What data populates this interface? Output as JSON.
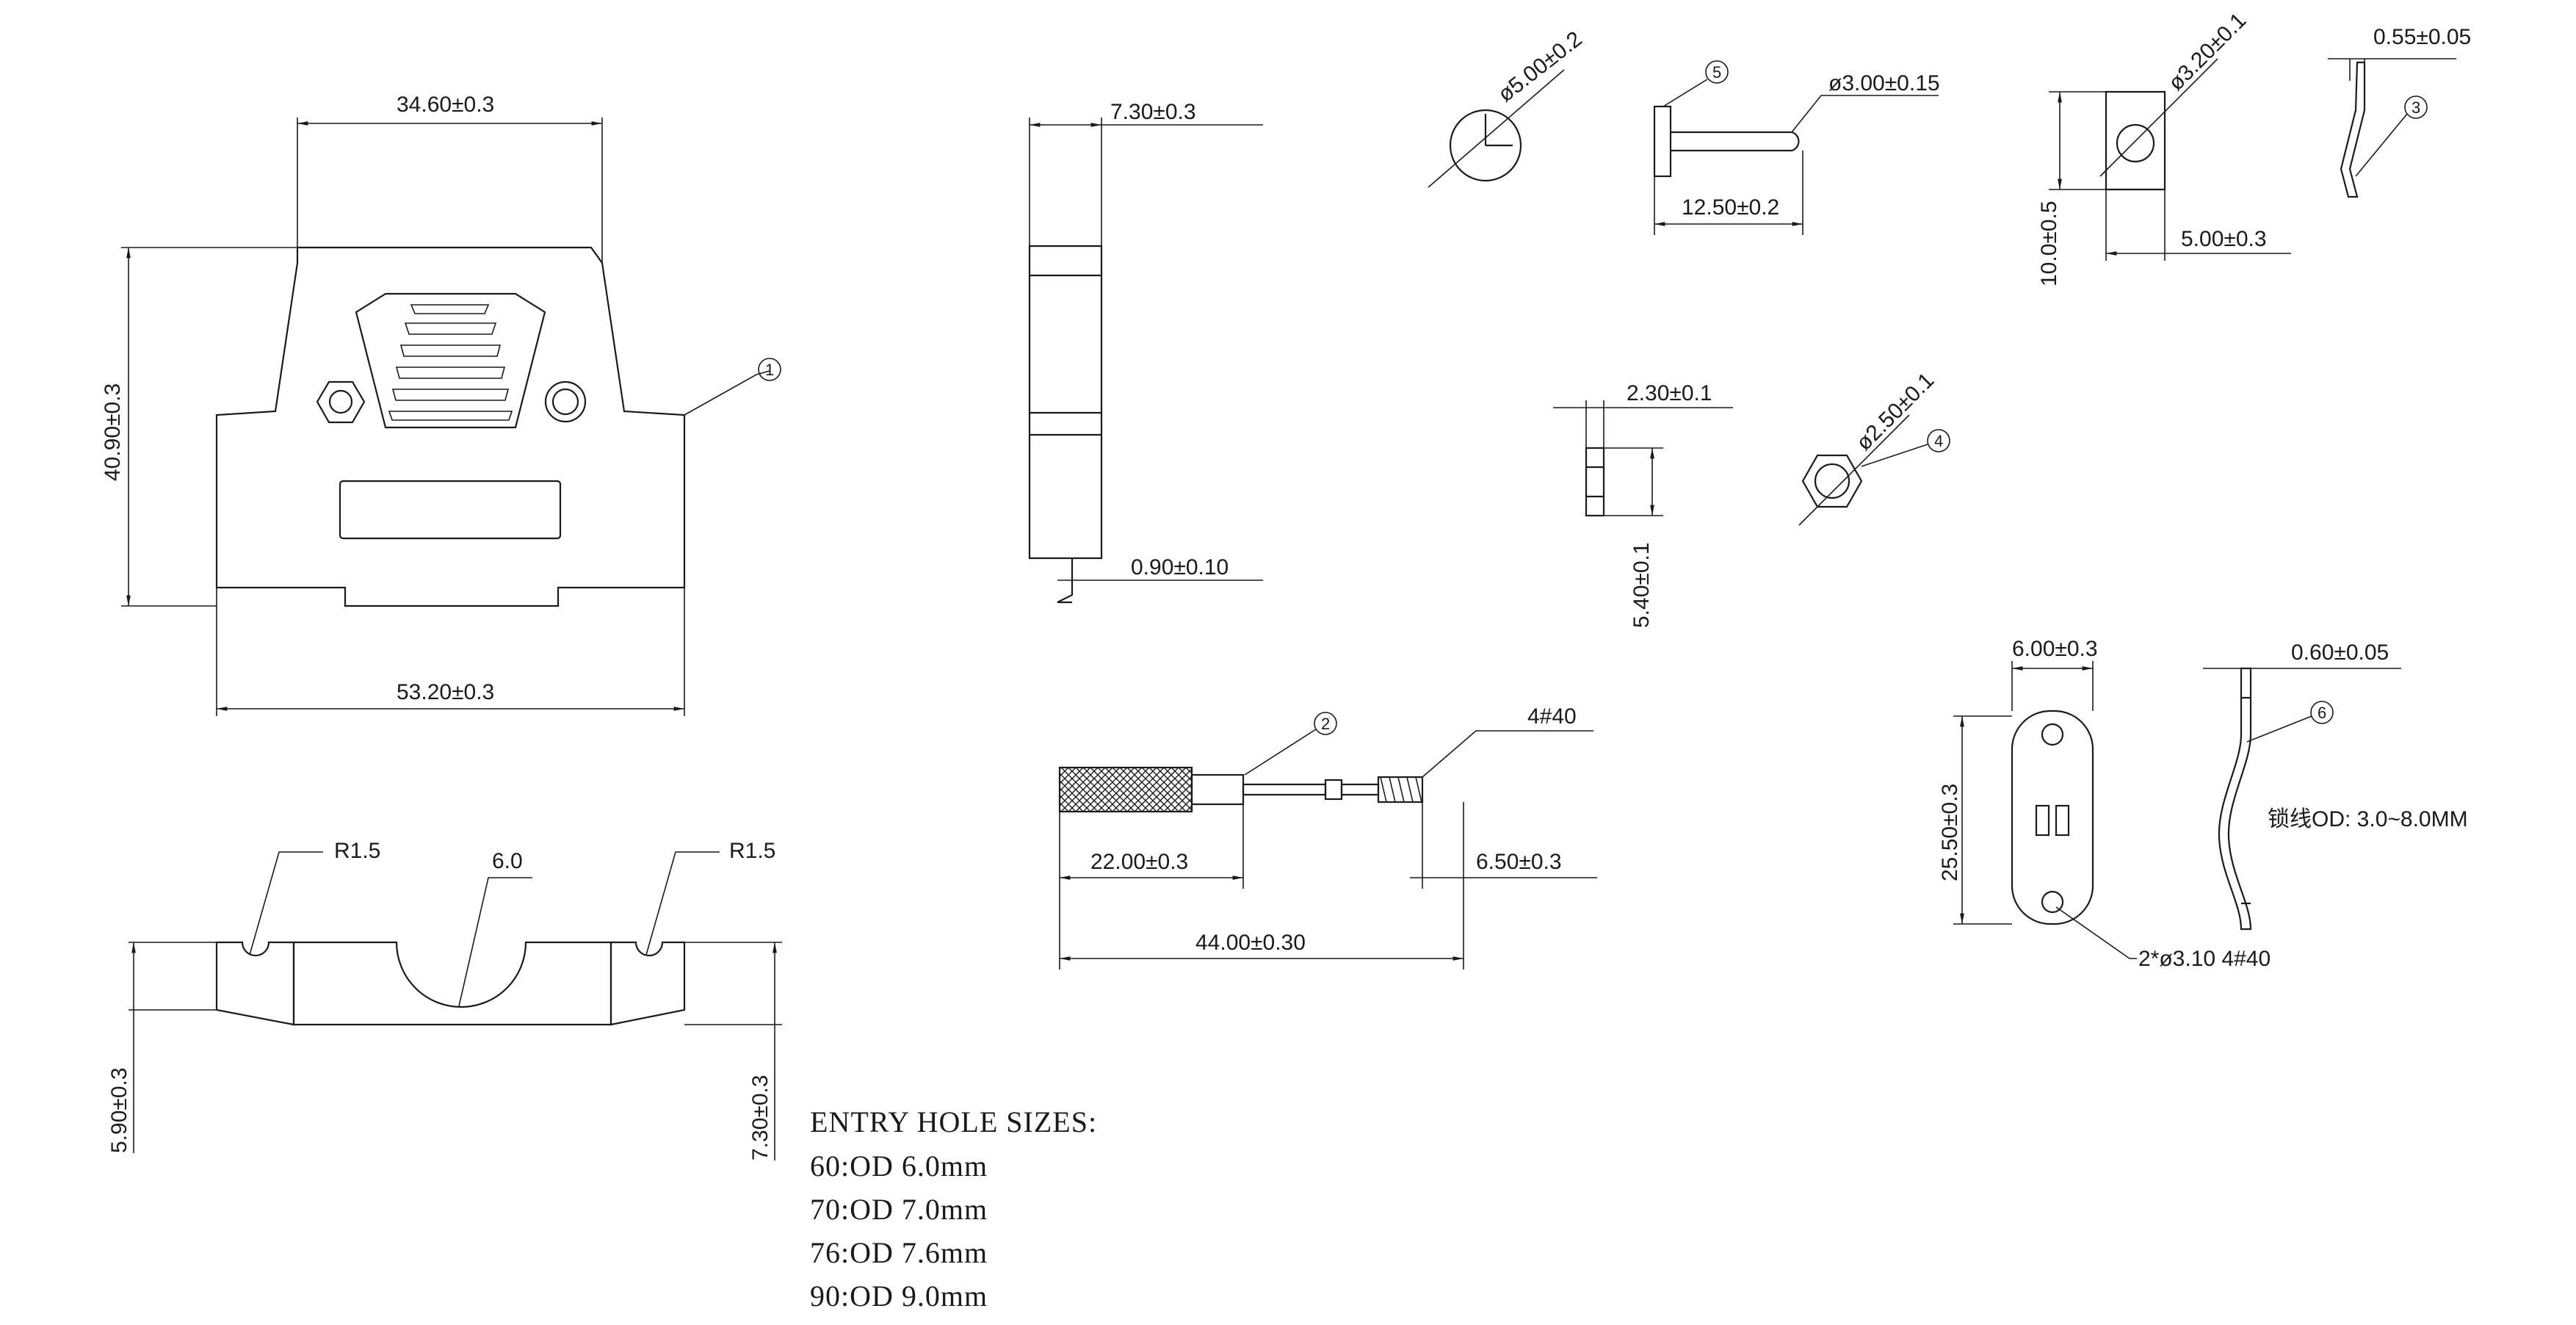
{
  "dims": {
    "shell_top_width": "34.60±0.3",
    "shell_height": "40.90±0.3",
    "shell_bottom_width": "53.20±0.3",
    "side_width": "7.30±0.3",
    "side_tab": "0.90±0.10",
    "circle_dia": "ø5.00±0.2",
    "pin_dia": "ø3.00±0.15",
    "pin_length": "12.50±0.2",
    "block_hole": "ø3.20±0.1",
    "block_height": "10.0±0.5",
    "block_width": "5.00±0.3",
    "clip_thickness": "0.55±0.05",
    "nut_thickness": "2.30±0.1",
    "nut_height": "5.40±0.1",
    "nut_hole": "ø2.50±0.1",
    "screw_knurl": "22.00±0.3",
    "screw_total": "44.00±0.30",
    "screw_thread_len": "6.50±0.3",
    "screw_thread": "4#40",
    "clamp_width": "6.00±0.3",
    "clamp_length": "25.50±0.3",
    "clamp_thickness": "0.60±0.05",
    "clamp_od": "锁线OD: 3.0~8.0MM",
    "clamp_holes": "2*ø3.10  4#40",
    "radius_left": "R1.5",
    "radius_right": "R1.5",
    "center_dia": "6.0",
    "bottom_left_height": "5.90±0.3",
    "bottom_right_height": "7.30±0.3"
  },
  "callouts": {
    "c1": "1",
    "c2": "2",
    "c3": "3",
    "c4": "4",
    "c5": "5",
    "c6": "6"
  },
  "entry_holes": {
    "title": "ENTRY  HOLE  SIZES:",
    "rows": [
      "60:OD  6.0mm",
      "70:OD  7.0mm",
      "76:OD  7.6mm",
      "90:OD  9.0mm"
    ]
  }
}
